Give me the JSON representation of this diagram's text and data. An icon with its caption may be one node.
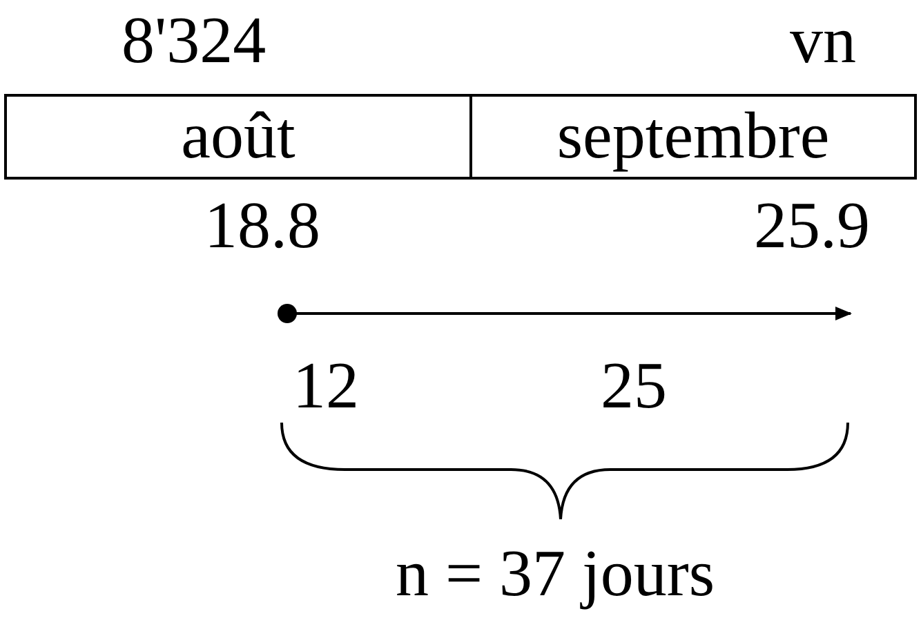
{
  "diagram": {
    "nodes": [
      {
        "text": [
          "août"
        ]
      },
      {
        "text": [
          "septembre"
        ]
      }
    ],
    "labels": [
      "8'324",
      "vn",
      "18.8",
      "25.9",
      "12",
      "25",
      "n = 37 jours"
    ]
  }
}
